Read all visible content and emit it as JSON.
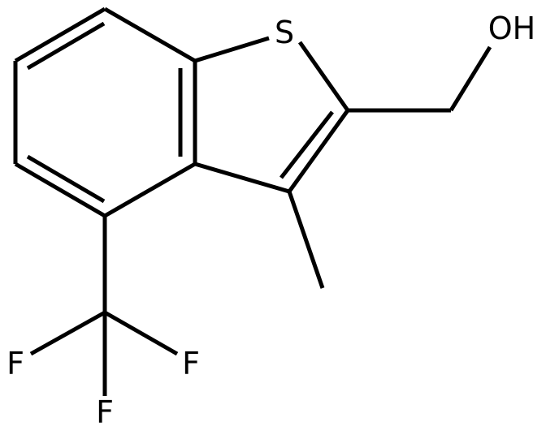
{
  "molecule": {
    "atom_labels": {
      "sulfur": "S",
      "hydroxyl": "OH",
      "fluorine_left": "F",
      "fluorine_right": "F",
      "fluorine_bottom": "F"
    },
    "colors": {
      "bond": "#000000",
      "label": "#000000",
      "background": "#ffffff"
    }
  }
}
